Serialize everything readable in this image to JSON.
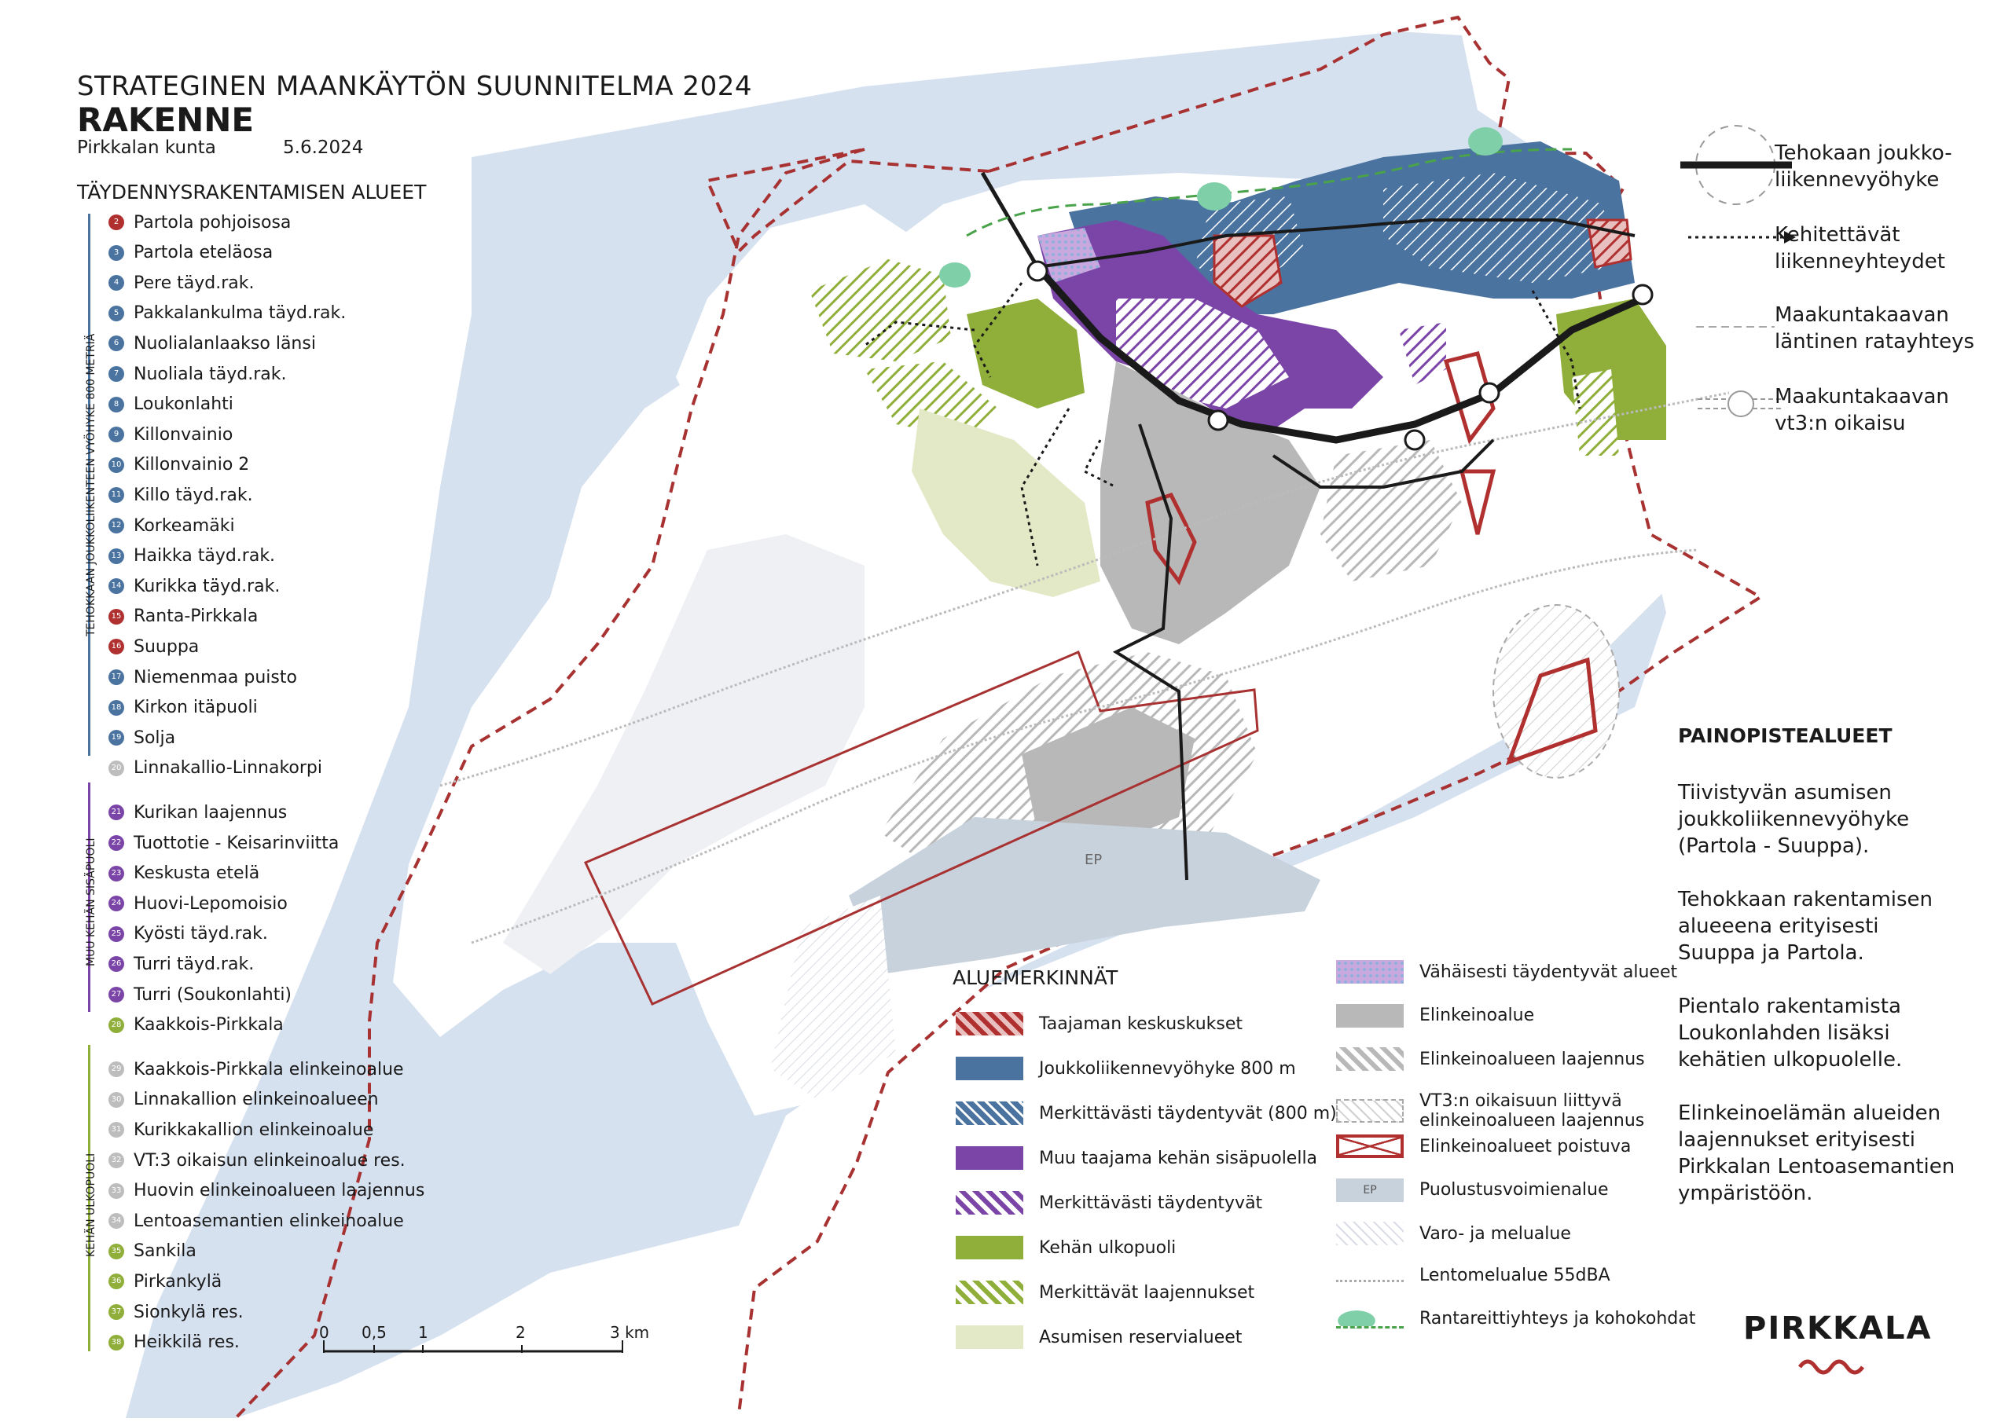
{
  "header": {
    "title": "STRATEGINEN MAANKÄYTÖN SUUNNITELMA 2024",
    "subtitle": "RAKENNE",
    "municipality": "Pirkkalan kunta",
    "date": "5.6.2024"
  },
  "areas": {
    "heading": "TÄYDENNYSRAKENTAMISEN ALUEET",
    "groups": [
      {
        "label": "TEHOKKAAN JOUKKOLIIKENTEEN VYÖHYKE 800 METRIÄ",
        "color": "#4a73a0"
      },
      {
        "label": "MUU KEHÄN SISÄPUOLI",
        "color": "#7b45a8"
      },
      {
        "label": "KEHÄN ULKOPUOLI",
        "color": "#8fae3a"
      }
    ],
    "items": [
      {
        "num": "2",
        "label": "Partola pohjoisosa",
        "color": "#b03030"
      },
      {
        "num": "3",
        "label": "Partola eteläosa",
        "color": "#4a73a0"
      },
      {
        "num": "4",
        "label": "Pere täyd.rak.",
        "color": "#4a73a0"
      },
      {
        "num": "5",
        "label": "Pakkalankulma täyd.rak.",
        "color": "#4a73a0"
      },
      {
        "num": "6",
        "label": "Nuolialanlaakso länsi",
        "color": "#4a73a0"
      },
      {
        "num": "7",
        "label": "Nuoliala täyd.rak.",
        "color": "#4a73a0"
      },
      {
        "num": "8",
        "label": "Loukonlahti",
        "color": "#4a73a0"
      },
      {
        "num": "9",
        "label": "Killonvainio",
        "color": "#4a73a0"
      },
      {
        "num": "10",
        "label": "Killonvainio 2",
        "color": "#4a73a0"
      },
      {
        "num": "11",
        "label": "Killo täyd.rak.",
        "color": "#4a73a0"
      },
      {
        "num": "12",
        "label": "Korkeamäki",
        "color": "#4a73a0"
      },
      {
        "num": "13",
        "label": "Haikka täyd.rak.",
        "color": "#4a73a0"
      },
      {
        "num": "14",
        "label": "Kurikka täyd.rak.",
        "color": "#4a73a0"
      },
      {
        "num": "15",
        "label": "Ranta-Pirkkala",
        "color": "#b03030"
      },
      {
        "num": "16",
        "label": "Suuppa",
        "color": "#b03030"
      },
      {
        "num": "17",
        "label": "Niemenmaa puisto",
        "color": "#4a73a0"
      },
      {
        "num": "18",
        "label": "Kirkon itäpuoli",
        "color": "#4a73a0"
      },
      {
        "num": "19",
        "label": "Solja",
        "color": "#4a73a0"
      },
      {
        "num": "20",
        "label": "Linnakallio-Linnakorpi",
        "color": "#bdbdbd"
      },
      {
        "num": "21",
        "label": "Kurikan laajennus",
        "color": "#7b45a8"
      },
      {
        "num": "22",
        "label": "Tuottotie - Keisarinviitta",
        "color": "#7b45a8"
      },
      {
        "num": "23",
        "label": "Keskusta etelä",
        "color": "#7b45a8"
      },
      {
        "num": "24",
        "label": "Huovi-Lepomoisio",
        "color": "#7b45a8"
      },
      {
        "num": "25",
        "label": "Kyösti täyd.rak.",
        "color": "#7b45a8"
      },
      {
        "num": "26",
        "label": "Turri täyd.rak.",
        "color": "#7b45a8"
      },
      {
        "num": "27",
        "label": "Turri (Soukonlahti)",
        "color": "#7b45a8"
      },
      {
        "num": "28",
        "label": "Kaakkois-Pirkkala",
        "color": "#8fae3a"
      },
      {
        "num": "29",
        "label": "Kaakkois-Pirkkala elinkeinoalue",
        "color": "#bdbdbd"
      },
      {
        "num": "30",
        "label": "Linnakallion elinkeinoalueen",
        "color": "#bdbdbd"
      },
      {
        "num": "31",
        "label": "Kurikkakallion elinkeinoalue",
        "color": "#bdbdbd"
      },
      {
        "num": "32",
        "label": "VT:3 oikaisun elinkeinoalue res.",
        "color": "#bdbdbd"
      },
      {
        "num": "33",
        "label": "Huovin elinkeinoalueen laajennus",
        "color": "#bdbdbd"
      },
      {
        "num": "34",
        "label": "Lentoasemantien elinkeinoalue",
        "color": "#bdbdbd"
      },
      {
        "num": "35",
        "label": "Sankila",
        "color": "#8fae3a"
      },
      {
        "num": "36",
        "label": "Pirkankylä",
        "color": "#8fae3a"
      },
      {
        "num": "37",
        "label": "Sionkylä res.",
        "color": "#8fae3a"
      },
      {
        "num": "38",
        "label": "Heikkilä res.",
        "color": "#8fae3a"
      }
    ]
  },
  "legend": {
    "heading": "ALUEMERKINNÄT",
    "left": [
      {
        "label": "Taajaman keskuskukset",
        "swatch": "hatch-red"
      },
      {
        "label": "Joukkoliikennevyöhyke 800 m",
        "swatch": "solid-blue"
      },
      {
        "label": "Merkittävästi täydentyvät (800 m)",
        "swatch": "hatch-blue"
      },
      {
        "label": "Muu taajama kehän sisäpuolella",
        "swatch": "solid-purple"
      },
      {
        "label": "Merkittävästi täydentyvät",
        "swatch": "hatch-purple"
      },
      {
        "label": "Kehän ulkopuoli",
        "swatch": "solid-green"
      },
      {
        "label": "Merkittävät laajennukset",
        "swatch": "hatch-green"
      },
      {
        "label": "Asumisen reservialueet",
        "swatch": "solid-lightgreen"
      }
    ],
    "right": [
      {
        "label": "Vähäisesti täydentyvät alueet",
        "swatch": "dots-purple"
      },
      {
        "label": "Elinkeinoalue",
        "swatch": "solid-gray"
      },
      {
        "label": "Elinkeinoalueen laajennus",
        "swatch": "hatch-gray"
      },
      {
        "label": "VT3:n oikaisuun liittyvä",
        "label2": "elinkeinoalueen laajennus",
        "swatch": "hatch-lightgray-dashed"
      },
      {
        "label": "Elinkeinoalueet poistuva",
        "swatch": "cross-red"
      },
      {
        "label": "Puolustusvoimienalue",
        "swatch": "solid-bluegray",
        "code": "EP"
      },
      {
        "label": "Varo- ja melualue",
        "swatch": "hatch-faint"
      },
      {
        "label": "Lentomelualue 55dBA",
        "swatch": "wave"
      },
      {
        "label": "Rantareittiyhteys ja kohokohdat",
        "swatch": "green-ellipse"
      }
    ],
    "lines": [
      {
        "line1": "Tehokaan joukko-",
        "line2": "liikennevyöhyke"
      },
      {
        "line1": "Kehitettävät",
        "line2": "liikenneyhteydet"
      },
      {
        "line1": "Maakuntakaavan",
        "line2": "läntinen ratayhteys"
      },
      {
        "line1": "Maakuntakaavan",
        "line2": "vt3:n oikaisu"
      }
    ]
  },
  "focus": {
    "heading": "PAINOPISTEALUEET",
    "paragraphs": [
      [
        "Tiivistyvän asumisen",
        "joukkoliikennevyöhyke",
        "(Partola - Suuppa)."
      ],
      [
        "Tehokkaan rakentamisen",
        "alueeena erityisesti",
        "Suuppa ja Partola."
      ],
      [
        "Pientalo rakentamista",
        "Loukonlahden lisäksi",
        "kehätien ulkopuolelle."
      ],
      [
        "Elinkeinoelämän alueiden",
        "laajennukset erityisesti",
        "Pirkkalan Lentoasemantien",
        "ympäristöön."
      ]
    ]
  },
  "scale": {
    "ticks": [
      "0",
      "0,5",
      "1",
      "2",
      "3 km"
    ]
  },
  "map_labels": {
    "ep": "EP"
  },
  "logo": "PIRKKALA",
  "colors": {
    "water": "#d6e1f0",
    "land": "#ffffff",
    "blue": "#4a73a0",
    "purple": "#7b45a8",
    "green": "#8fae3a",
    "lightgreen": "#e3e9c6",
    "gray": "#b8b8b8",
    "red": "#b03030",
    "boundary": "#a83232",
    "rantareitti": "#7fcfa8"
  }
}
